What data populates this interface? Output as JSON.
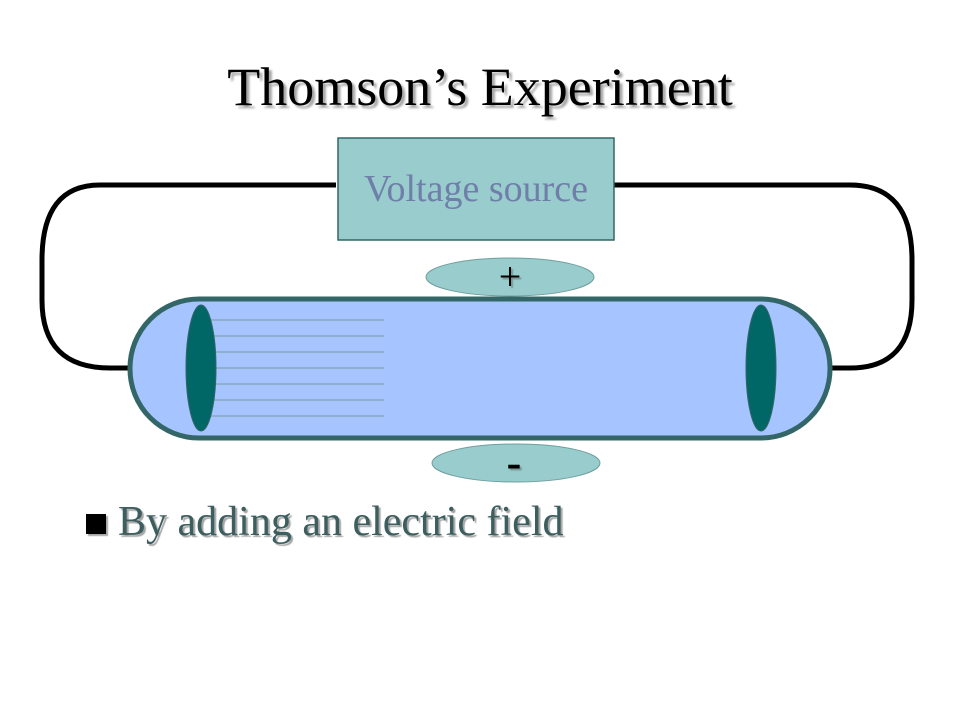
{
  "slide": {
    "title": "Thomson’s Experiment",
    "diagram": {
      "voltage_source_label": "Voltage source",
      "positive_plate_label": "+",
      "negative_plate_label": "-"
    },
    "bullets": [
      {
        "text": "By adding an electric field"
      }
    ]
  },
  "colors": {
    "voltage_box_fill": "#99cccc",
    "tube_fill": "#a6c4ff",
    "tube_border": "#336666",
    "electrode": "#006666",
    "plate_fill": "#99cccc",
    "ray_lines": "#7a9a9a",
    "wire": "#000000",
    "label_text": "#6f7faa",
    "bullet_text": "#3d5e5e"
  }
}
